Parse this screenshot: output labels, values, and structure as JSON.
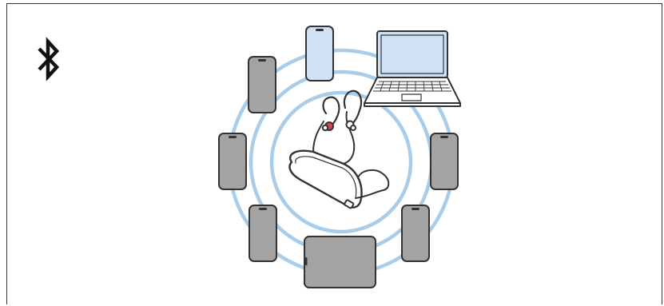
{
  "diagram": {
    "icons": {
      "bluetooth": "bluetooth-icon",
      "headset": "neckband-earphones-icon",
      "laptop": "laptop-icon",
      "tablet": "tablet-icon",
      "phone": "smartphone-icon"
    },
    "colors": {
      "ring": "#a8cdea",
      "outline": "#333333",
      "phone_gray": "#a3a3a3",
      "phone_active": "#cfe2f5",
      "laptop_screen": "#cfe2f5"
    },
    "devices": [
      {
        "name": "smartphone",
        "state": "active"
      },
      {
        "name": "laptop",
        "state": "active"
      },
      {
        "name": "smartphone",
        "state": "inactive"
      },
      {
        "name": "smartphone",
        "state": "inactive"
      },
      {
        "name": "smartphone",
        "state": "inactive"
      },
      {
        "name": "smartphone",
        "state": "inactive"
      },
      {
        "name": "smartphone",
        "state": "inactive"
      },
      {
        "name": "tablet",
        "state": "inactive"
      }
    ]
  }
}
